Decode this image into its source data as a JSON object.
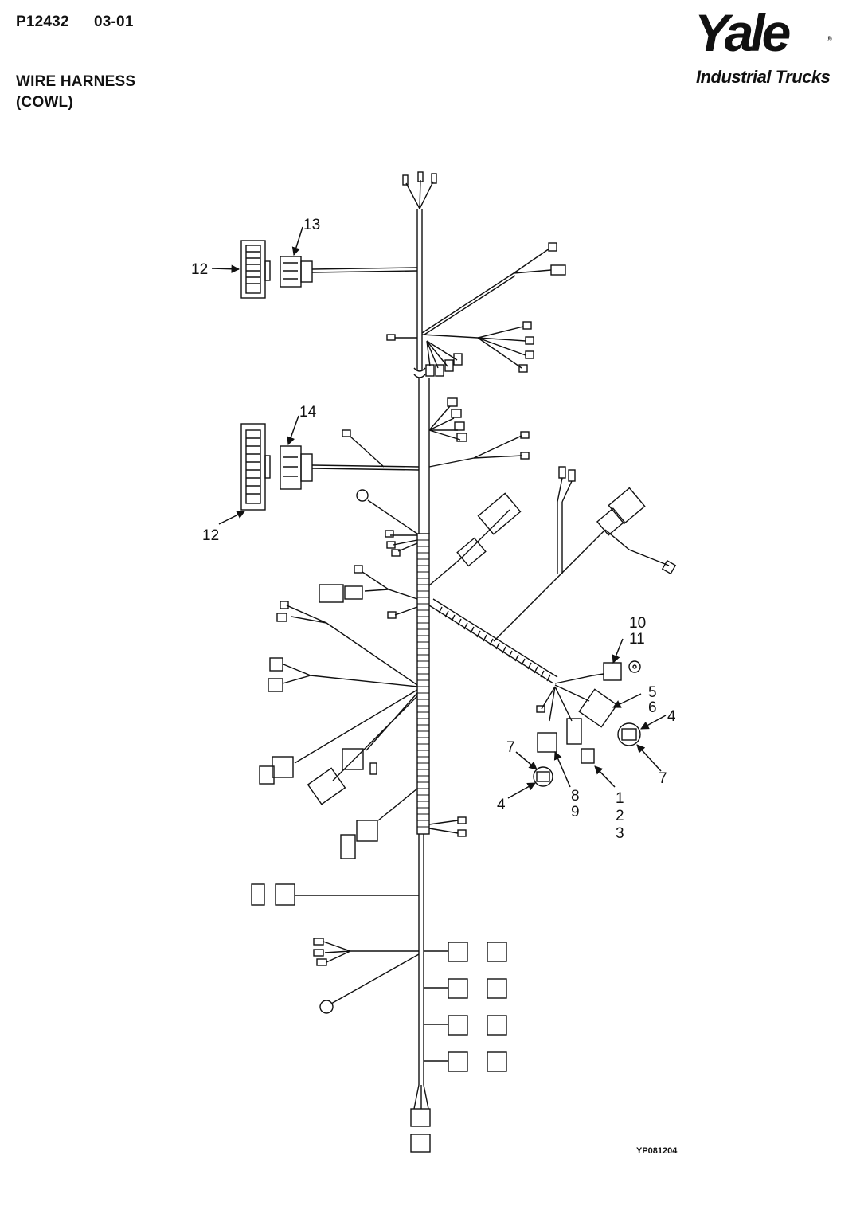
{
  "header": {
    "doc_id": "P12432",
    "doc_date": "03-01",
    "title_line1": "WIRE HARNESS",
    "title_line2": "(COWL)"
  },
  "logo": {
    "brand": "Yale",
    "subtitle": "Industrial Trucks",
    "registered_mark": "®"
  },
  "figure_code": "YP081204",
  "callouts": {
    "c12_top": "12",
    "c13": "13",
    "c14": "14",
    "c12_bottom": "12",
    "c10": "10",
    "c11": "11",
    "c5": "5",
    "c6": "6",
    "c4_right": "4",
    "c7_right": "7",
    "c7_left": "7",
    "c4_left": "4",
    "c8": "8",
    "c9": "9",
    "c1": "1",
    "c2": "2",
    "c3": "3"
  }
}
